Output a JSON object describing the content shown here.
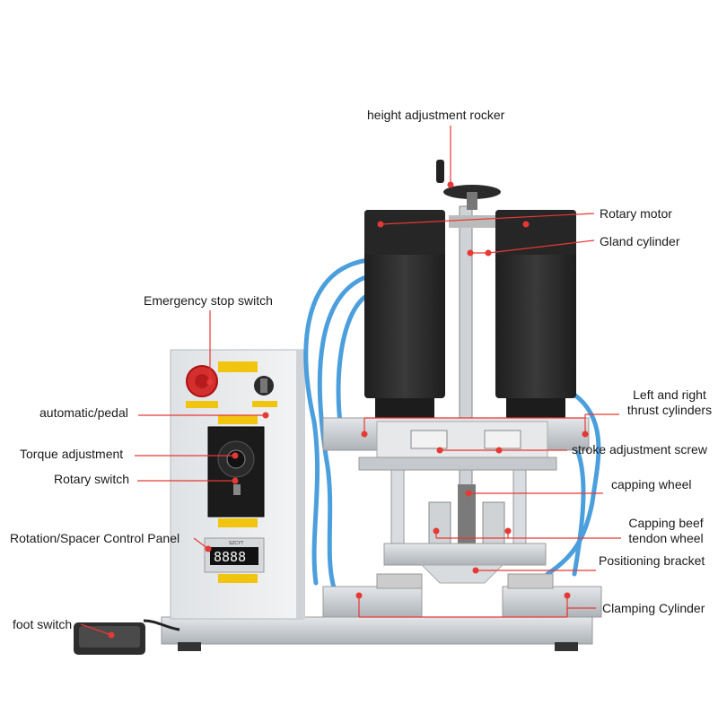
{
  "labels": {
    "height_adjustment_rocker": "height adjustment rocker",
    "rotary_motor": "Rotary motor",
    "gland_cylinder": "Gland cylinder",
    "emergency_stop_switch": "Emergency stop switch",
    "left_right_thrust_line1": "Left and right",
    "left_right_thrust_line2": "thrust cylinders",
    "automatic_pedal": "automatic/pedal",
    "stroke_adjustment_screw": "stroke adjustment screw",
    "torque_adjustment": "Torque adjustment",
    "capping_wheel": "capping wheel",
    "rotary_switch": "Rotary switch",
    "capping_beef_line1": "Capping beef",
    "capping_beef_line2": "tendon wheel",
    "rotation_spacer_panel": "Rotation/Spacer Control Panel",
    "positioning_bracket": "Positioning bracket",
    "clamping_cylinder": "Clamping Cylinder",
    "foot_switch": "foot switch"
  },
  "panel": {
    "display_digits": "8888",
    "display_brand": "SZCYT"
  },
  "colors": {
    "leader": "#e53935",
    "tube": "#2d8fd8",
    "motor": "#2a2a2a",
    "aluminium": "#c8ccd0",
    "panel": "#eceef0"
  }
}
